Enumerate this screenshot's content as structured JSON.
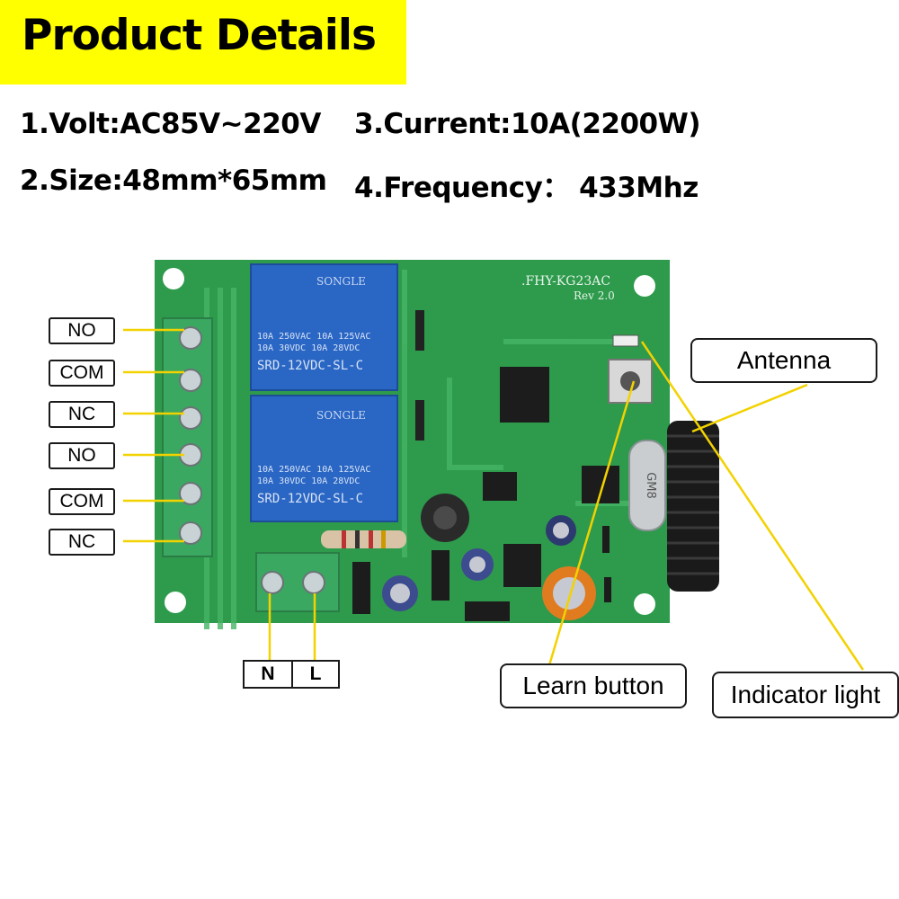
{
  "header": {
    "title": "Product Details"
  },
  "specs": {
    "volt": "1.Volt:AC85V~220V",
    "current": "3.Current:10A(2200W)",
    "size": "2.Size:48mm*65mm",
    "frequency": "4.Frequency： 433Mhz"
  },
  "terminals": [
    {
      "label": "NO"
    },
    {
      "label": "COM"
    },
    {
      "label": "NC"
    },
    {
      "label": "NO"
    },
    {
      "label": "COM"
    },
    {
      "label": "NC"
    }
  ],
  "power_terminals": {
    "neutral": "N",
    "live": "L"
  },
  "callouts": {
    "antenna": "Antenna",
    "learn_button": "Learn button",
    "indicator_light": "Indicator light"
  },
  "board": {
    "model": ".FHY-KG23AC",
    "revision": "Rev 2.0",
    "relay": {
      "brand": "SONGLE",
      "rating_line1": "10A 250VAC  10A 125VAC",
      "rating_line2": "10A  30VDC  10A  28VDC",
      "model": "SRD-12VDC-SL-C"
    },
    "crystal": "GM8"
  },
  "colors": {
    "banner": "#ffff00",
    "pcb": "#2e9a4c",
    "relay": "#2a66c4",
    "terminal_block": "#3aa860",
    "leader_line": "#f2d200"
  }
}
